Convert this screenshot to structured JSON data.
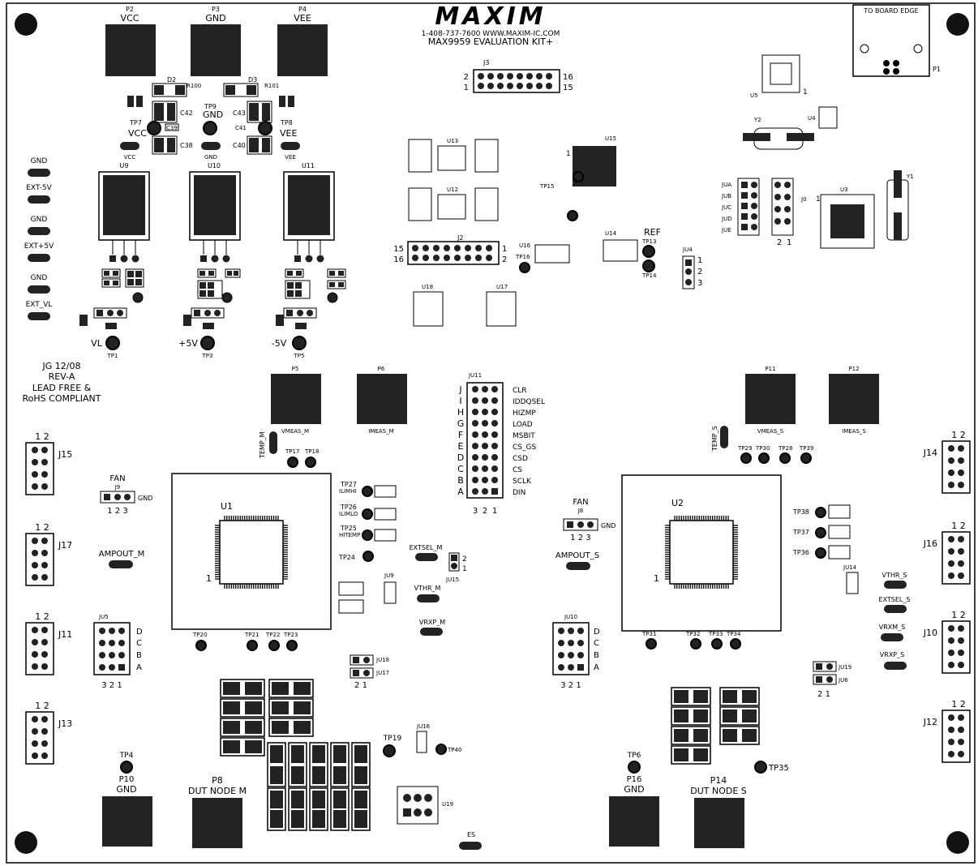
{
  "header": {
    "logo": "MAXIM",
    "phone_web": "1-408-737-7600 WWW.MAXIM-IC.COM",
    "kit_name": "MAX9959 EVALUATION KIT+",
    "board_edge": "TO BOARD EDGE"
  },
  "revision": {
    "line1": "JG 12/08",
    "line2": "REV-A",
    "line3": "LEAD FREE &",
    "line4": "RoHS COMPLIANT"
  },
  "power_pads": [
    {
      "ref": "P2",
      "label": "VCC"
    },
    {
      "ref": "P3",
      "label": "GND"
    },
    {
      "ref": "P4",
      "label": "VEE"
    }
  ],
  "left_rail_labels": [
    "GND",
    "EXT-5V",
    "GND",
    "EXT+5V",
    "GND",
    "EXT_VL"
  ],
  "regulators": [
    {
      "ref": "U9",
      "tp": "TP1",
      "out": "VL"
    },
    {
      "ref": "U10",
      "tp": "TP3",
      "out": "+5V"
    },
    {
      "ref": "U11",
      "tp": "TP5",
      "out": "-5V"
    }
  ],
  "test_points_top": [
    {
      "ref": "TP7",
      "label": "VCC"
    },
    {
      "ref": "TP9",
      "label": "GND"
    },
    {
      "ref": "TP8",
      "label": "VEE"
    }
  ],
  "pad_labels_top": [
    "VCC",
    "GND",
    "VEE"
  ],
  "meas_pads": [
    {
      "ref": "P5",
      "label": "VMEAS_M"
    },
    {
      "ref": "P6",
      "label": "IMEAS_M"
    },
    {
      "ref": "P11",
      "label": "VMEAS_S"
    },
    {
      "ref": "P12",
      "label": "IMEAS_S"
    }
  ],
  "ju11_signals": [
    "CLR",
    "IDDQSEL",
    "HIZMP",
    "LOAD",
    "MSBIT",
    "CS_GS",
    "CSD",
    "CS",
    "SCLK",
    "DIN"
  ],
  "ju11_rows": [
    "J",
    "I",
    "H",
    "G",
    "F",
    "E",
    "D",
    "C",
    "B",
    "A"
  ],
  "main_chips": [
    {
      "ref": "U1",
      "fan": "FAN",
      "jumper": "J9",
      "ampout": "AMPOUT_M"
    },
    {
      "ref": "U2",
      "fan": "FAN",
      "jumper": "J8",
      "ampout": "AMPOUT_S"
    }
  ],
  "left_connectors": [
    "J15",
    "J17",
    "J11",
    "J13"
  ],
  "right_connectors": [
    "J14",
    "J16",
    "J10",
    "J12"
  ],
  "bottom_pads": [
    {
      "tp": "TP4",
      "ref": "P10",
      "label": "GND"
    },
    {
      "tp": "",
      "ref": "P8",
      "label": "DUT NODE M"
    },
    {
      "tp": "TP6",
      "ref": "P16",
      "label": "GND"
    },
    {
      "tp": "",
      "ref": "P14",
      "label": "DUT NODE S"
    }
  ],
  "misc_labels": {
    "temp_m": "TEMP_M",
    "temp_s": "TEMP_S",
    "extsel_m": "EXTSEL_M",
    "vthr_m": "VTHR_M",
    "vrxp_m": "VRXP_M",
    "vthr_s": "VTHR_S",
    "extsel_s": "EXTSEL_S",
    "vrxm_s": "VRXM_S",
    "vrxp_s": "VRXP_S",
    "es": "ES",
    "ref": "REF"
  },
  "tp_labels_m": [
    "ILIMHI",
    "ILIMLO",
    "HITEMP"
  ],
  "jumper_nums": {
    "j3_left": "2",
    "j3_left2": "1",
    "j3_right": "16",
    "j3_right2": "15",
    "j2_left": "15",
    "j2_left2": "16",
    "j2_right": "1",
    "j2_right2": "2"
  },
  "colors": {
    "ink": "#000000",
    "board": "#ffffff"
  }
}
